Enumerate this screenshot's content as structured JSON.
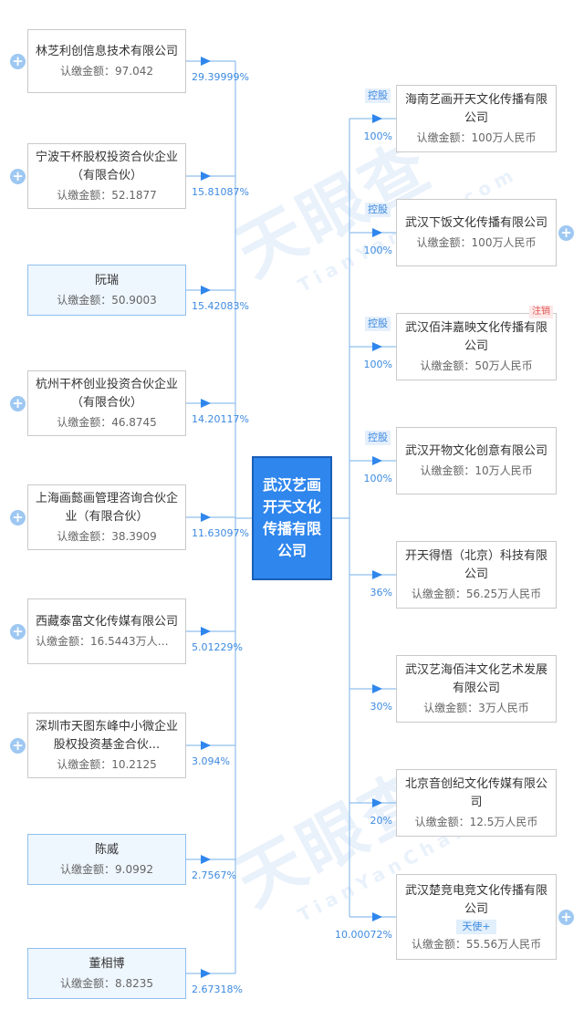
{
  "center": {
    "name": "武汉艺画开天文化传播有限公司"
  },
  "shareholders": [
    {
      "name": "林芝利创信息技术有限公司",
      "amount": "认缴金额：97.042",
      "pct": "29.39999%",
      "person": false,
      "expandable": true
    },
    {
      "name": "宁波干杯股权投资合伙企业（有限合伙）",
      "amount": "认缴金额：52.1877",
      "pct": "15.81087%",
      "person": false,
      "expandable": true
    },
    {
      "name": "阮瑞",
      "amount": "认缴金额：50.9003",
      "pct": "15.42083%",
      "person": true,
      "expandable": false
    },
    {
      "name": "杭州干杯创业投资合伙企业（有限合伙）",
      "amount": "认缴金额：46.8745",
      "pct": "14.20117%",
      "person": false,
      "expandable": true
    },
    {
      "name": "上海画懿画管理咨询合伙企业（有限合伙）",
      "amount": "认缴金额：38.3909",
      "pct": "11.63097%",
      "person": false,
      "expandable": true
    },
    {
      "name": "西藏泰富文化传媒有限公司",
      "amount": "认缴金额：16.5443万人民...",
      "pct": "5.01229%",
      "person": false,
      "expandable": true
    },
    {
      "name": "深圳市天图东峰中小微企业股权投资基金合伙...",
      "amount": "认缴金额：10.2125",
      "pct": "3.094%",
      "person": false,
      "expandable": true
    },
    {
      "name": "陈威",
      "amount": "认缴金额：9.0992",
      "pct": "2.7567%",
      "person": true,
      "expandable": false
    },
    {
      "name": "董相博",
      "amount": "认缴金额：8.8235",
      "pct": "2.67318%",
      "person": true,
      "expandable": false
    }
  ],
  "investments": [
    {
      "name": "海南艺画开天文化传播有限公司",
      "amount": "认缴金额：100万人民币",
      "pct": "100%",
      "control": "控股",
      "status": "",
      "badge": "",
      "expandable": false
    },
    {
      "name": "武汉下饭文化传播有限公司",
      "amount": "认缴金额：100万人民币",
      "pct": "100%",
      "control": "控股",
      "status": "",
      "badge": "",
      "expandable": true
    },
    {
      "name": "武汉佰沣嘉映文化传播有限公司",
      "amount": "认缴金额：50万人民币",
      "pct": "100%",
      "control": "控股",
      "status": "注销",
      "badge": "",
      "expandable": false
    },
    {
      "name": "武汉开物文化创意有限公司",
      "amount": "认缴金额：10万人民币",
      "pct": "100%",
      "control": "控股",
      "status": "",
      "badge": "",
      "expandable": false
    },
    {
      "name": "开天得悟（北京）科技有限公司",
      "amount": "认缴金额：56.25万人民币",
      "pct": "36%",
      "control": "",
      "status": "",
      "badge": "",
      "expandable": false
    },
    {
      "name": "武汉艺海佰沣文化艺术发展有限公司",
      "amount": "认缴金额：3万人民币",
      "pct": "30%",
      "control": "",
      "status": "",
      "badge": "",
      "expandable": false
    },
    {
      "name": "北京音创纪文化传媒有限公司",
      "amount": "认缴金额：12.5万人民币",
      "pct": "20%",
      "control": "",
      "status": "",
      "badge": "",
      "expandable": false
    },
    {
      "name": "武汉楚竞电竞文化传播有限公司",
      "amount": "认缴金额：55.56万人民币",
      "pct": "10.00072%",
      "control": "",
      "status": "",
      "badge": "天使+",
      "expandable": true
    }
  ],
  "watermark": {
    "text": "天眼查",
    "sub": "TianYanCha.com"
  },
  "colors": {
    "accent": "#2f86ed",
    "line": "#8fbfee",
    "cancel": "#e25555"
  },
  "icons": {
    "expand": "plus-circle-icon",
    "arrow": "arrow-right-icon"
  }
}
